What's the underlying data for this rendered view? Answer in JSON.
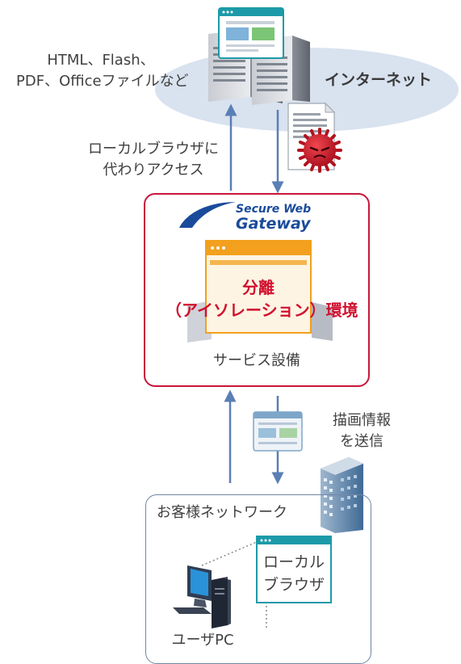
{
  "internet": {
    "file_types_line1": "HTML、Flash、",
    "file_types_line2": "PDF、Officeファイルなど",
    "cloud_label": "インターネット"
  },
  "upstream_note": {
    "line1": "ローカルブラウザに",
    "line2": "代わりアクセス"
  },
  "gateway": {
    "logo_line1": "Secure Web",
    "logo_line2": "Gateway",
    "isolation_line1": "分離",
    "isolation_line2": "（アイソレーション）環境",
    "service_label": "サービス設備"
  },
  "downstream_note": {
    "line1": "描画情報",
    "line2": "を送信"
  },
  "customer_network": {
    "title": "お客様ネットワーク",
    "local_browser_line1": "ローカル",
    "local_browser_line2": "ブラウザ",
    "user_pc_label": "ユーザPC"
  },
  "colors": {
    "gateway_border": "#c8163a",
    "isolation_accent": "#f2a01e",
    "arrow": "#5a7fb5",
    "cloud": "#d9e2ef",
    "network_border": "#6f87a6",
    "malware": "#d21e2c",
    "isolation_text": "#d1102e"
  },
  "icons": [
    "server-icon",
    "browser-window-icon",
    "document-icon",
    "malware-virus-icon",
    "office-building-icon",
    "desktop-pc-icon"
  ]
}
